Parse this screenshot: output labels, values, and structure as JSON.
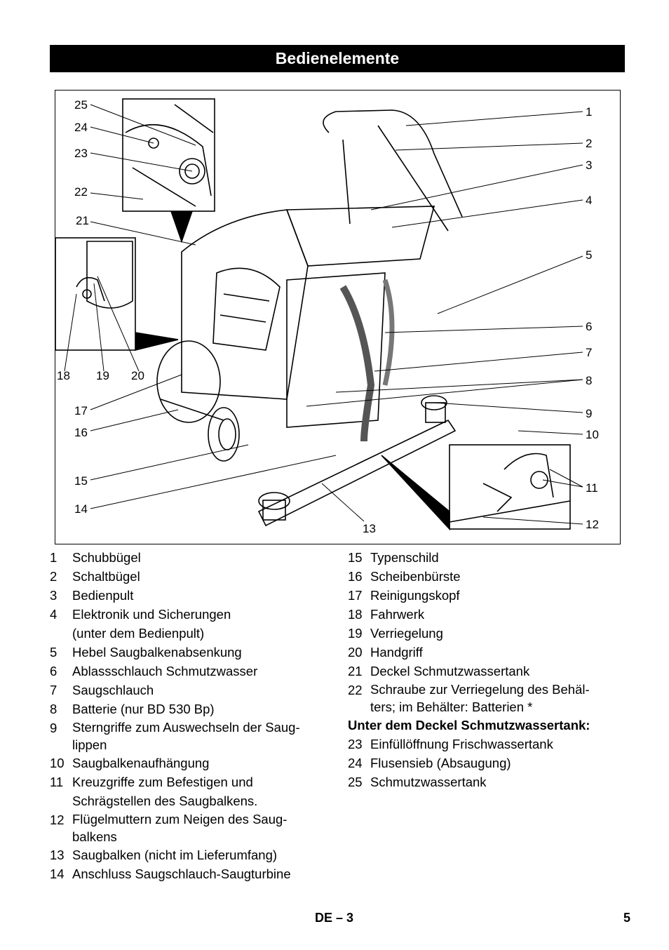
{
  "page_title": "Bedienelemente",
  "figure": {
    "callouts": [
      "1",
      "2",
      "3",
      "4",
      "5",
      "6",
      "7",
      "8",
      "9",
      "10",
      "11",
      "12",
      "13",
      "14",
      "15",
      "16",
      "17",
      "18",
      "19",
      "20",
      "21",
      "22",
      "23",
      "24",
      "25"
    ]
  },
  "left_list": [
    {
      "num": "1",
      "lines": [
        "Schubbügel"
      ]
    },
    {
      "num": "2",
      "lines": [
        "Schaltbügel"
      ]
    },
    {
      "num": "3",
      "lines": [
        "Bedienpult"
      ]
    },
    {
      "num": "4",
      "lines": [
        "Elektronik und Sicherungen",
        "(unter dem Bedienpult)"
      ]
    },
    {
      "num": "5",
      "lines": [
        "Hebel Saugbalkenabsenkung"
      ]
    },
    {
      "num": "6",
      "lines": [
        "Ablassschlauch Schmutzwasser"
      ]
    },
    {
      "num": "7",
      "lines": [
        "Saugschlauch"
      ]
    },
    {
      "num": "8",
      "lines": [
        "Batterie (nur BD 530 Bp)"
      ]
    },
    {
      "num": "9",
      "lines": [
        "Sterngriffe zum Auswechseln der Saug-",
        "lippen"
      ]
    },
    {
      "num": "10",
      "lines": [
        "Saugbalkenaufhängung"
      ]
    },
    {
      "num": "11",
      "lines": [
        "Kreuzgriffe zum Befestigen und",
        "Schrägstellen des Saugbalkens."
      ]
    },
    {
      "num": "12",
      "lines": [
        "Flügelmuttern zum Neigen des Saug-",
        "balkens"
      ]
    },
    {
      "num": "13",
      "lines": [
        "Saugbalken (nicht im Lieferumfang)"
      ]
    },
    {
      "num": "14",
      "lines": [
        "Anschluss Saugschlauch-Saugturbine"
      ]
    }
  ],
  "right_list": [
    {
      "num": "15",
      "lines": [
        "Typenschild"
      ]
    },
    {
      "num": "16",
      "lines": [
        "Scheibenbürste"
      ]
    },
    {
      "num": "17",
      "lines": [
        "Reinigungskopf"
      ]
    },
    {
      "num": "18",
      "lines": [
        "Fahrwerk"
      ]
    },
    {
      "num": "19",
      "lines": [
        "Verriegelung"
      ]
    },
    {
      "num": "20",
      "lines": [
        "Handgriff"
      ]
    },
    {
      "num": "21",
      "lines": [
        "Deckel Schmutzwassertank"
      ]
    },
    {
      "num": "22",
      "lines": [
        "Schraube zur Verriegelung des Behäl-",
        "ters; im Behälter: Batterien *"
      ]
    }
  ],
  "right_subheading": "Unter dem Deckel Schmutzwassertank:",
  "right_list_2": [
    {
      "num": "23",
      "lines": [
        "Einfüllöffnung Frischwassertank"
      ]
    },
    {
      "num": "24",
      "lines": [
        "Flusensieb (Absaugung)"
      ]
    },
    {
      "num": "25",
      "lines": [
        "Schmutzwassertank"
      ]
    }
  ],
  "footer": {
    "section": "DE – 3",
    "page": "5"
  }
}
